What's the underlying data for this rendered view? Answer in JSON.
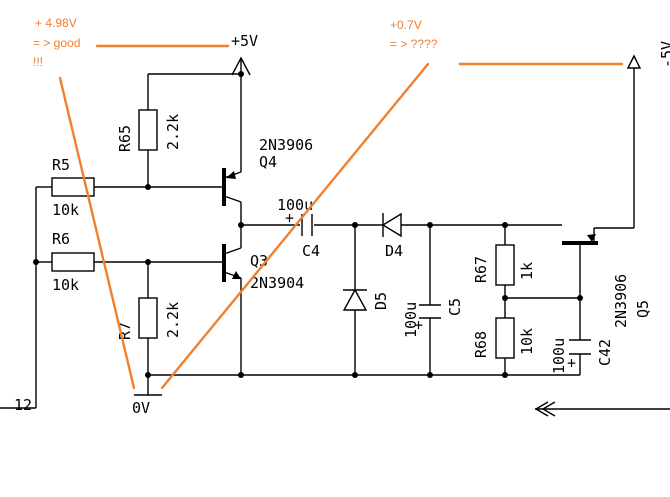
{
  "supply": {
    "plus5v": "+5V",
    "minus5v": "-5V",
    "ground": "0V",
    "edge_number": "12"
  },
  "resistors": {
    "r5": {
      "name": "R5",
      "value": "10k"
    },
    "r6": {
      "name": "R6",
      "value": "10k"
    },
    "r65": {
      "name": "R65",
      "value": "2.2k"
    },
    "r7": {
      "name": "R7",
      "value": "2.2k"
    },
    "r67": {
      "name": "R67",
      "value": "1k"
    },
    "r68": {
      "name": "R68",
      "value": "10k"
    }
  },
  "transistors": {
    "q4": {
      "name": "Q4",
      "part": "2N3906"
    },
    "q3": {
      "name": "Q3",
      "part": "2N3904"
    },
    "q5": {
      "name": "Q5",
      "part": "2N3906"
    }
  },
  "capacitors": {
    "c4": {
      "name": "C4",
      "value": "100u",
      "polarity": "+"
    },
    "c5": {
      "name": "C5",
      "value": "100u",
      "polarity": "+"
    },
    "c42": {
      "name": "C42",
      "value": "100u",
      "polarity": "+"
    }
  },
  "diodes": {
    "d4": "D4",
    "d5": "D5"
  },
  "annotations": {
    "left_note": [
      "+ 4.98V",
      "= > good",
      "!!!"
    ],
    "right_note": [
      "+0.7V",
      "= > ????"
    ]
  },
  "colors": {
    "ink": "#000000",
    "annotation": "#f08030"
  }
}
